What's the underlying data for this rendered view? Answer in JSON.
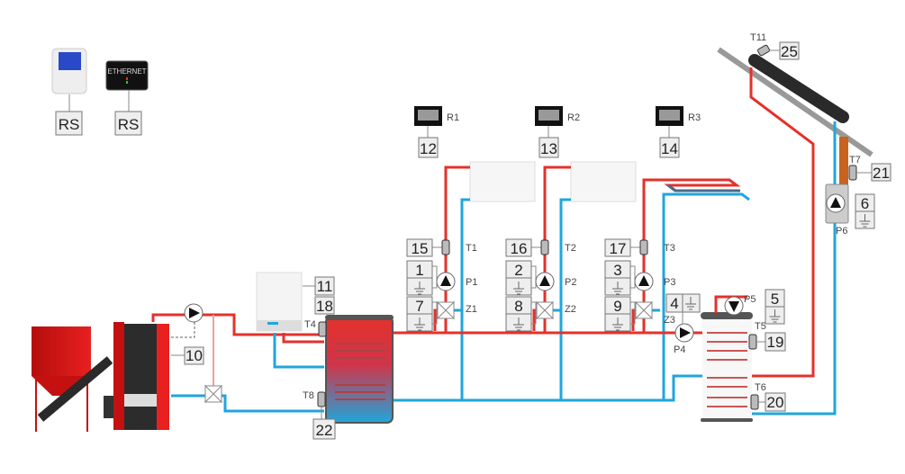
{
  "colors": {
    "hot": "#e4312b",
    "cold": "#1fa6dc",
    "collector": "#2a2a2a"
  },
  "devices": {
    "controller_port": "RS",
    "ethernet_label": "ETHERNET",
    "ethernet_port": "RS"
  },
  "thermostats": [
    {
      "label": "R1",
      "terminal": "12"
    },
    {
      "label": "R2",
      "terminal": "13"
    },
    {
      "label": "R3",
      "terminal": "14"
    }
  ],
  "circuits": [
    {
      "sensor": "T1",
      "sensor_terminal": "15",
      "pump": "P1",
      "pump_terminal": "1",
      "valve": "Z1",
      "valve_terminal": "7"
    },
    {
      "sensor": "T2",
      "sensor_terminal": "16",
      "pump": "P2",
      "pump_terminal": "2",
      "valve": "Z2",
      "valve_terminal": "8"
    },
    {
      "sensor": "T3",
      "sensor_terminal": "17",
      "pump": "P3",
      "pump_terminal": "3",
      "valve": "Z3",
      "valve_terminal": "9"
    }
  ],
  "boiler": {
    "terminal": "10"
  },
  "gas_boiler": {
    "terminal": "11"
  },
  "buffer": {
    "top_sensor": "T4",
    "top_terminal": "18",
    "bottom_sensor": "T8",
    "bottom_terminal": "22"
  },
  "dhw": {
    "pump": "P4",
    "pump_terminal": "4",
    "circ_pump": "P5",
    "circ_terminal": "5",
    "top_sensor": "T5",
    "top_terminal": "19",
    "bottom_sensor": "T6",
    "bottom_terminal": "20"
  },
  "solar": {
    "collector_sensor": "T11",
    "collector_terminal": "25",
    "sensor": "T7",
    "sensor_terminal": "21",
    "pump": "P6",
    "pump_terminal": "6"
  }
}
